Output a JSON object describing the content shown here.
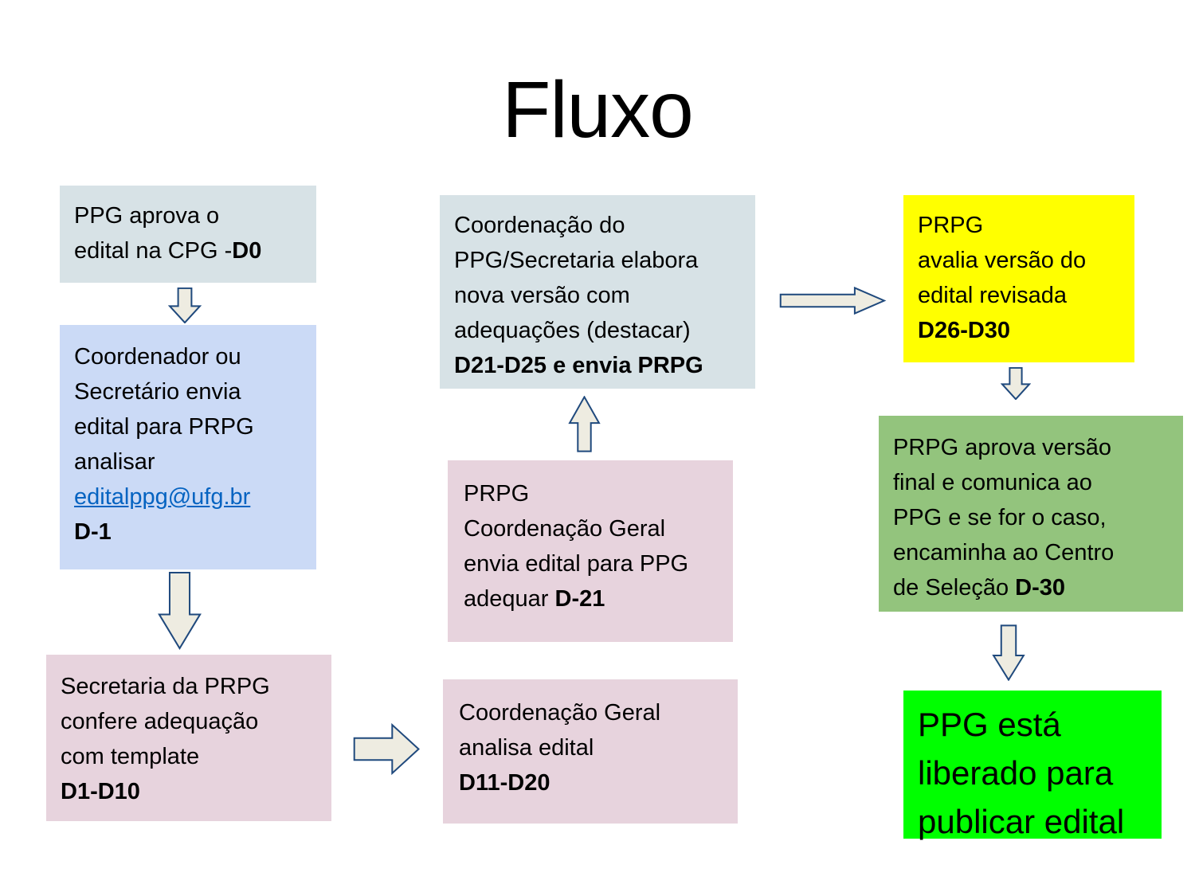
{
  "title": "Fluxo",
  "colors": {
    "node_teal": "#d7e2e6",
    "node_blue": "#cbdaf6",
    "node_pink": "#e7d3dd",
    "node_yellow": "#ffff00",
    "node_olive": "#93c47d",
    "node_green": "#00ff00",
    "arrow_fill": "#eeece1",
    "arrow_stroke": "#1f497d",
    "link_blue": "#0563c1"
  },
  "flow": {
    "b1": {
      "l1": "PPG aprova o",
      "l2": "edital na CPG -",
      "bold": "D0"
    },
    "b2": {
      "l1": "Coordenador ou",
      "l2": "Secretário envia",
      "l3": "edital para PRPG",
      "l4": "analisar",
      "link": "editalppg@ufg.br",
      "bold": "D-1"
    },
    "b3": {
      "l1": "Secretaria da PRPG",
      "l2": "confere adequação",
      "l3": "com template",
      "bold": "D1-D10"
    },
    "m1": {
      "l1": "Coordenação do",
      "l2": "PPG/Secretaria elabora",
      "l3": "nova versão com",
      "l4": "adequações (destacar)",
      "bold": "D21-D25 e envia PRPG"
    },
    "m2": {
      "l1": "PRPG",
      "l2": "Coordenação Geral",
      "l3": "envia edital para PPG",
      "l4": "adequar ",
      "bold": "D-21"
    },
    "m3": {
      "l1": "Coordenação Geral",
      "l2": "analisa edital",
      "bold": "D11-D20"
    },
    "r1": {
      "l1": "PRPG",
      "l2": "avalia versão do",
      "l3": "edital revisada",
      "bold": "D26-D30"
    },
    "r2": {
      "l1": "PRPG aprova versão",
      "l2": "final e comunica ao",
      "l3": "PPG e se for o caso,",
      "l4": "encaminha ao Centro",
      "l5": "de Seleção ",
      "bold": "D-30"
    },
    "r3": {
      "l1": "PPG está",
      "l2": "liberado para",
      "l3": "publicar edital"
    }
  },
  "arrows": [
    {
      "icon": "block-arrow-down",
      "from": "ppg-aprova-edital",
      "to": "coordenador-envia-edital"
    },
    {
      "icon": "block-arrow-down",
      "from": "coordenador-envia-edital",
      "to": "secretaria-confere-adequacao"
    },
    {
      "icon": "block-arrow-right",
      "from": "secretaria-confere-adequacao",
      "to": "coordenacao-geral-analisa"
    },
    {
      "icon": "block-arrow-up",
      "from": "prpg-envia-para-adequar",
      "to": "ppg-elabora-nova-versao"
    },
    {
      "icon": "block-arrow-right",
      "from": "ppg-elabora-nova-versao",
      "to": "prpg-avalia-versao"
    },
    {
      "icon": "block-arrow-down",
      "from": "prpg-avalia-versao",
      "to": "prpg-aprova-versao-final"
    },
    {
      "icon": "block-arrow-down",
      "from": "prpg-aprova-versao-final",
      "to": "ppg-liberado-publicar"
    }
  ]
}
